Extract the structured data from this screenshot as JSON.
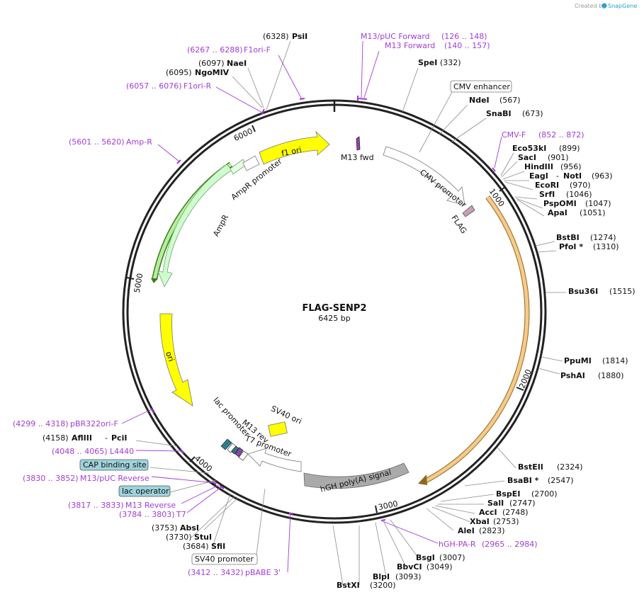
{
  "credit": "Created by",
  "brand": "SnapGene",
  "plasmid": {
    "name": "FLAG-SENP2",
    "size_label": "6425 bp"
  },
  "ticks": [
    "1000",
    "2000",
    "3000",
    "4000",
    "5000",
    "6000"
  ],
  "features": [
    {
      "id": "f1ori",
      "label": "f1 ori",
      "color": "#ffff00"
    },
    {
      "id": "ampr-promoter",
      "label": "AmpR promoter",
      "color": "#e6ffe0"
    },
    {
      "id": "ampr",
      "label": "AmpR",
      "color": "#ccffcc"
    },
    {
      "id": "ori",
      "label": "ori",
      "color": "#ffff00"
    },
    {
      "id": "cmv-promoter",
      "label": "CMV promoter",
      "color": "#ffffff"
    },
    {
      "id": "m13fwd",
      "label": "M13 fwd",
      "color": "#8e44ad"
    },
    {
      "id": "flag",
      "label": "FLAG",
      "color": "#c89fb4"
    },
    {
      "id": "sv40ori",
      "label": "SV40 ori",
      "color": "#ffff00"
    },
    {
      "id": "lac-promoter",
      "label": "lac promoter",
      "color": "#2e7d8c"
    },
    {
      "id": "m13rev",
      "label": "M13 rev",
      "color": "#8e44ad"
    },
    {
      "id": "t7promoter",
      "label": "T7 promoter",
      "color": "#ffffff"
    },
    {
      "id": "sv40promoter-arrow",
      "label": "",
      "color": "#ffffff"
    },
    {
      "id": "hgh-polya",
      "label": "hGH poly(A) signal",
      "color": "#aaaaaa"
    },
    {
      "id": "senp2-orf",
      "label": "",
      "color": "#f5a623"
    }
  ],
  "boxed_labels": [
    {
      "id": "cmv-enhancer",
      "text": "CMV enhancer",
      "fill": "#ffffff"
    },
    {
      "id": "cap-site",
      "text": "CAP binding site",
      "fill": "#9fd3dc"
    },
    {
      "id": "lac-operator",
      "text": "lac operator",
      "fill": "#9fd3dc"
    },
    {
      "id": "sv40-promoter",
      "text": "SV40 promoter",
      "fill": "#ffffff"
    }
  ],
  "sites": [
    {
      "id": "psi",
      "coord": "(6328)",
      "name": "PsiI"
    },
    {
      "id": "nae",
      "coord": "(6097)",
      "name": "NaeI"
    },
    {
      "id": "ngomiv",
      "coord": "(6095)",
      "name": "NgoMIV"
    },
    {
      "id": "spe",
      "name": "SpeI",
      "coord": "(332)"
    },
    {
      "id": "nde",
      "name": "NdeI",
      "coord": "(567)"
    },
    {
      "id": "snab",
      "name": "SnaBI",
      "coord": "(673)"
    },
    {
      "id": "eco53k",
      "name": "Eco53kI",
      "coord": "(899)"
    },
    {
      "id": "sac",
      "name": "SacI",
      "coord": "(901)"
    },
    {
      "id": "hind",
      "name": "HindIII",
      "coord": "(956)"
    },
    {
      "id": "eag",
      "name": "EagI",
      "name2": "NotI",
      "coord": "(963)"
    },
    {
      "id": "ecor",
      "name": "EcoRI",
      "coord": "(970)"
    },
    {
      "id": "srf",
      "name": "SrfI",
      "coord": "(1046)"
    },
    {
      "id": "pspom",
      "name": "PspOMI",
      "coord": "(1047)"
    },
    {
      "id": "apa",
      "name": "ApaI",
      "coord": "(1051)"
    },
    {
      "id": "bstb",
      "name": "BstBI",
      "coord": "(1274)"
    },
    {
      "id": "pfo",
      "name": "PfoI *",
      "coord": "(1310)"
    },
    {
      "id": "bsu36",
      "name": "Bsu36I",
      "coord": "(1515)"
    },
    {
      "id": "ppum",
      "name": "PpuMI",
      "coord": "(1814)"
    },
    {
      "id": "psha",
      "name": "PshAI",
      "coord": "(1880)"
    },
    {
      "id": "bsteii",
      "name": "BstEII",
      "coord": "(2324)"
    },
    {
      "id": "bsaba",
      "name": "BsaBI *",
      "coord": "(2547)"
    },
    {
      "id": "bspe",
      "name": "BspEI",
      "coord": "(2700)"
    },
    {
      "id": "sal",
      "name": "SalI",
      "coord": "(2747)"
    },
    {
      "id": "acc",
      "name": "AccI",
      "coord": "(2748)"
    },
    {
      "id": "xba",
      "name": "XbaI",
      "coord": "(2753)"
    },
    {
      "id": "ale",
      "name": "AleI",
      "coord": "(2823)"
    },
    {
      "id": "bsg",
      "name": "BsgI",
      "coord": "(3007)"
    },
    {
      "id": "bbvc",
      "name": "BbvCI",
      "coord": "(3049)"
    },
    {
      "id": "blp",
      "name": "BlpI",
      "coord": "(3093)"
    },
    {
      "id": "bstx",
      "name": "BstXI",
      "coord": "(3200)"
    },
    {
      "id": "abs",
      "coord": "(3753)",
      "name": "AbsI"
    },
    {
      "id": "stu",
      "coord": "(3730)",
      "name": "StuI"
    },
    {
      "id": "sfi",
      "coord": "(3684)",
      "name": "SfiI"
    },
    {
      "id": "afl",
      "coord": "(4158)",
      "name": "AflIII",
      "name2": "PciI"
    }
  ],
  "primers": [
    {
      "id": "m13puc-fwd",
      "text": "M13/pUC Forward",
      "coord": "(126 .. 148)"
    },
    {
      "id": "m13-fwd",
      "text": "M13 Forward",
      "coord": "(140 .. 157)"
    },
    {
      "id": "f1ori-f",
      "coord": "(6267 .. 6288)",
      "text": "F1ori-F"
    },
    {
      "id": "f1ori-r",
      "coord": "(6057 .. 6076)",
      "text": "F1ori-R"
    },
    {
      "id": "amp-r",
      "coord": "(5601 .. 5620)",
      "text": "Amp-R"
    },
    {
      "id": "cmv-f",
      "text": "CMV-F",
      "coord": "(852 .. 872)"
    },
    {
      "id": "pbr322",
      "coord": "(4299 .. 4318)",
      "text": "pBR322ori-F"
    },
    {
      "id": "l4440",
      "coord": "(4048 .. 4065)",
      "text": "L4440"
    },
    {
      "id": "m13puc-rev",
      "coord": "(3830 .. 3852)",
      "text": "M13/pUC Reverse"
    },
    {
      "id": "m13-rev",
      "coord": "(3817 .. 3833)",
      "text": "M13 Reverse"
    },
    {
      "id": "t7",
      "coord": "(3784 .. 3803)",
      "text": "T7"
    },
    {
      "id": "pbabe3",
      "coord": "(3412 .. 3432)",
      "text": "pBABE 3'"
    },
    {
      "id": "hgh-pa-r",
      "text": "hGH-PA-R",
      "coord": "(2965 .. 2984)"
    }
  ]
}
